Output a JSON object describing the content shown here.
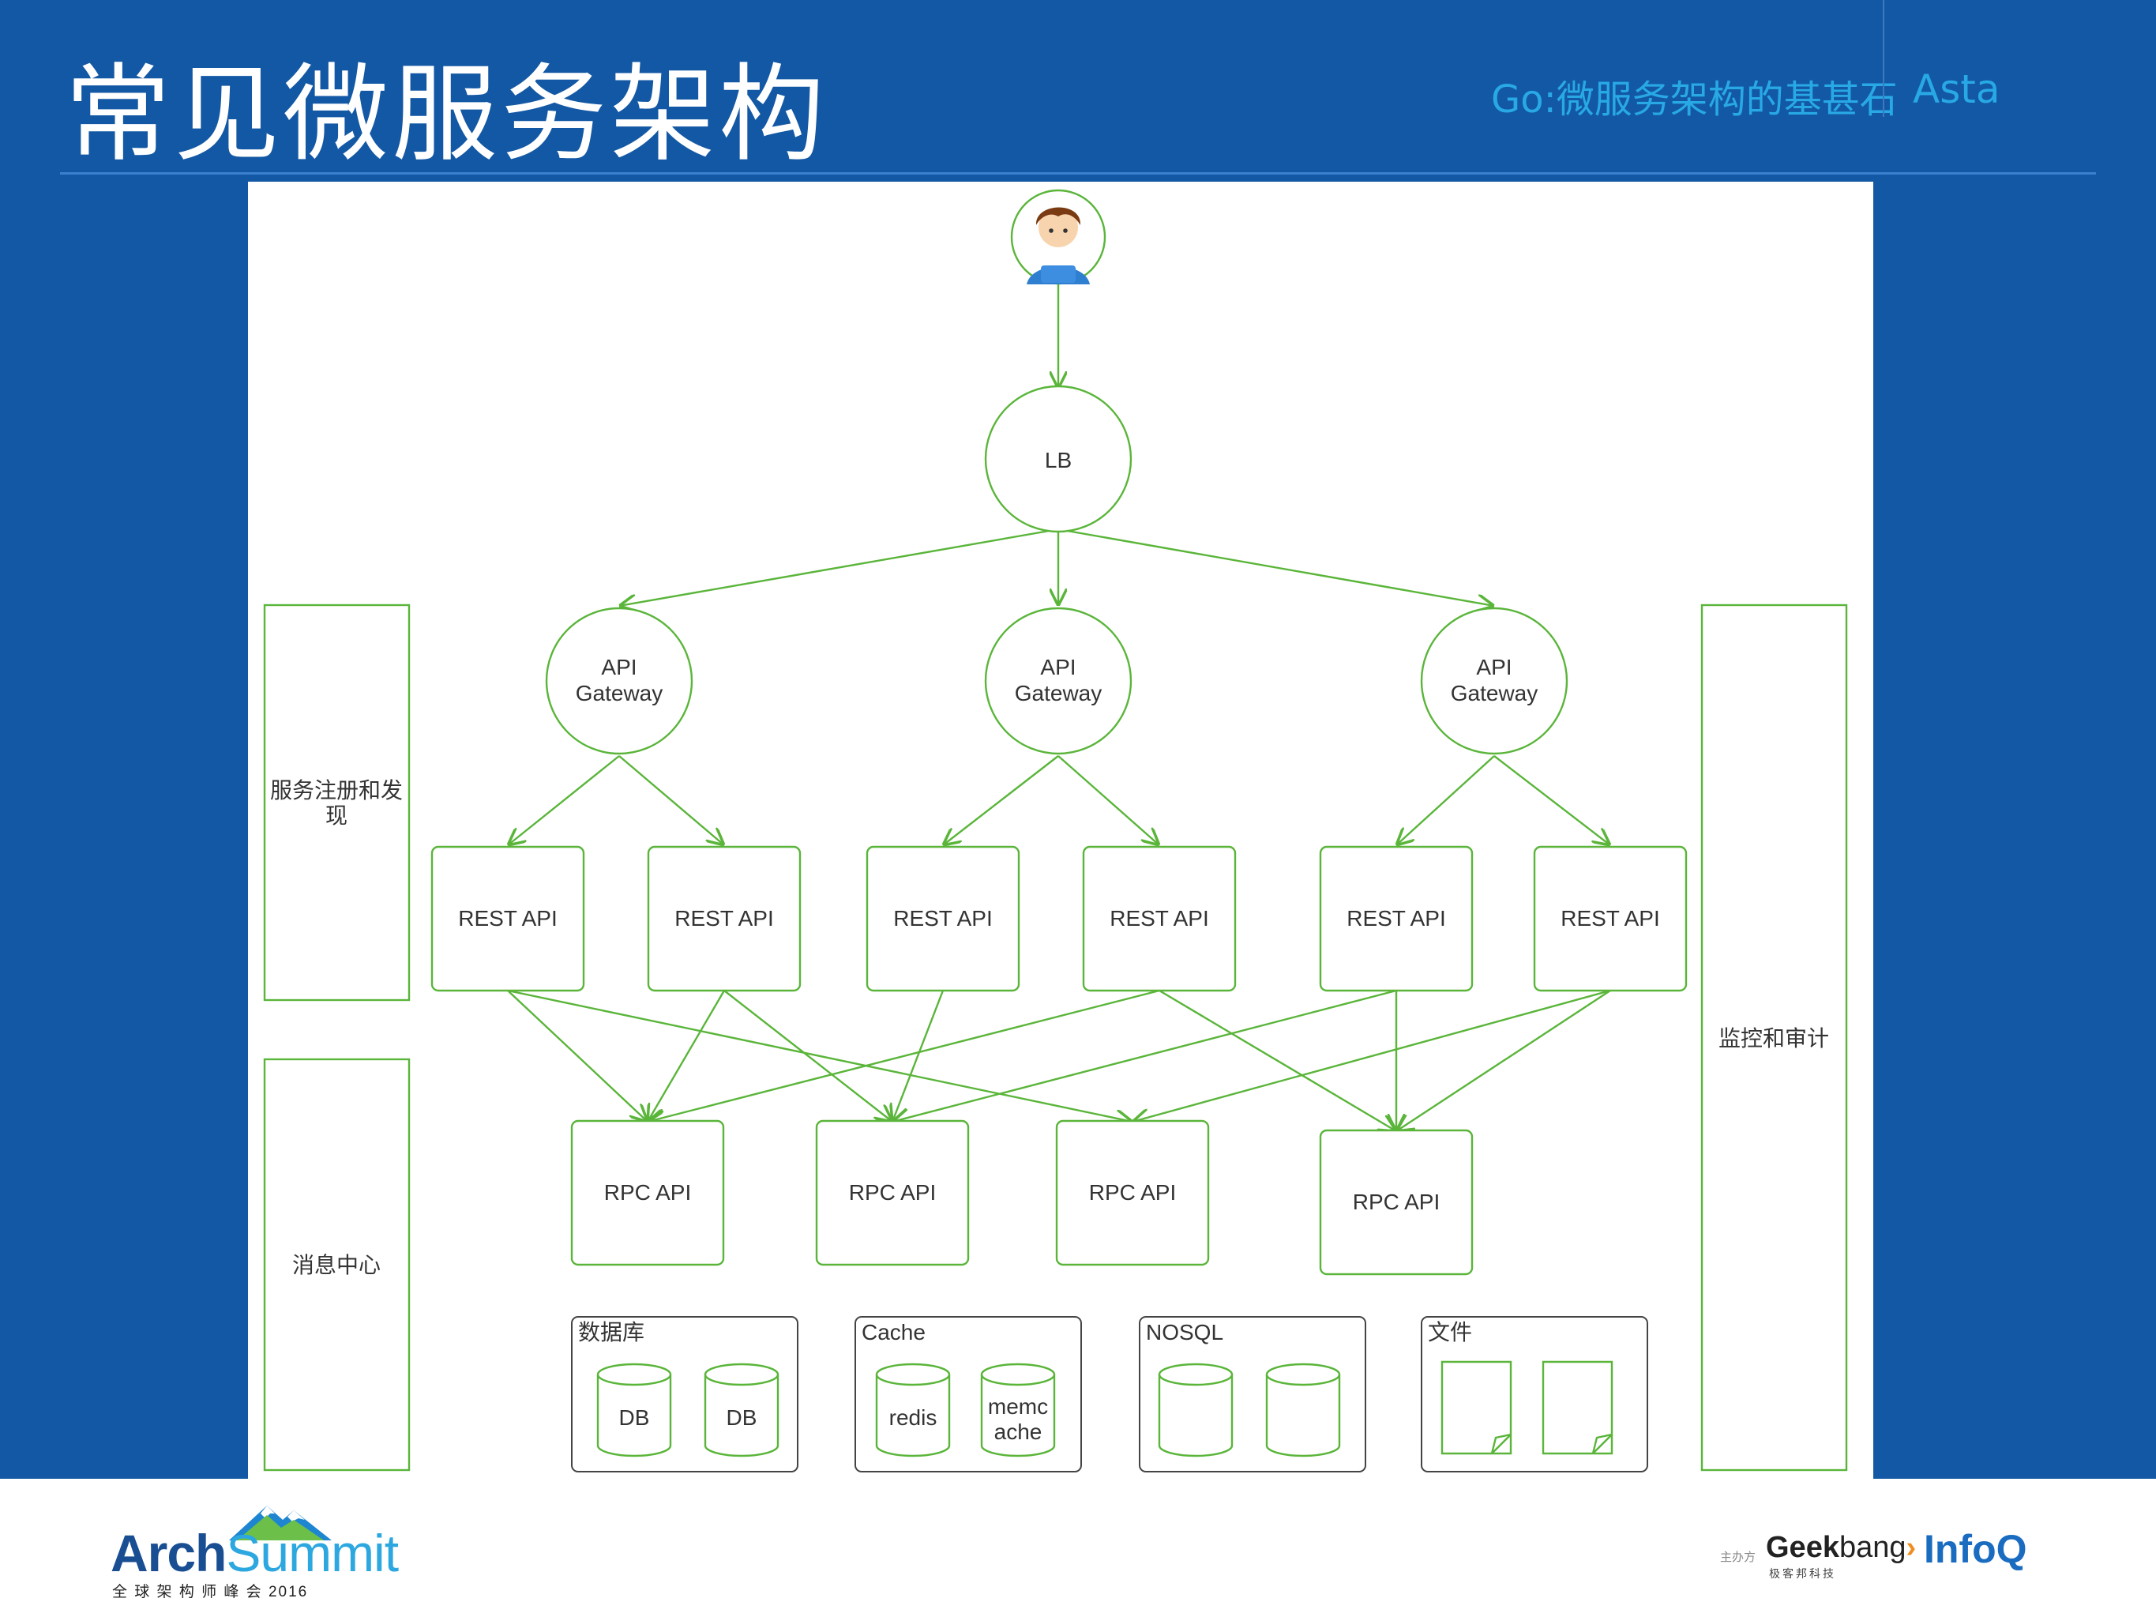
{
  "slide": {
    "title": "常见微服务架构",
    "topic": "Go:微服务架构的基甚石",
    "author": "Asta"
  },
  "diagram": {
    "lb": "LB",
    "gateways": [
      {
        "line1": "API",
        "line2": "Gateway"
      },
      {
        "line1": "API",
        "line2": "Gateway"
      },
      {
        "line1": "API",
        "line2": "Gateway"
      }
    ],
    "rest_apis": [
      "REST API",
      "REST API",
      "REST API",
      "REST API",
      "REST API",
      "REST API"
    ],
    "rpc_apis": [
      "RPC API",
      "RPC API",
      "RPC API",
      "RPC API"
    ],
    "service_registry": {
      "line1": "服务注册和发",
      "line2": "现"
    },
    "message_center": "消息中心",
    "monitoring": "监控和审计",
    "storage": {
      "database": {
        "title": "数据库",
        "items": [
          "DB",
          "DB"
        ]
      },
      "cache": {
        "title": "Cache",
        "items": [
          "redis",
          "memc",
          "ache"
        ]
      },
      "nosql": {
        "title": "NOSQL"
      },
      "files": {
        "title": "文件"
      }
    }
  },
  "colors": {
    "slide_bg": "#1358a4",
    "accent_text": "#28a9e6",
    "diagram_green": "#5ab53a"
  },
  "footer": {
    "arch_part1": "Arch",
    "arch_part2": "Summit",
    "arch_sub": "全 球 架 构 师 峰 会 2016",
    "organizer": "主办方",
    "geek_part1": "Geek",
    "geek_part2": "bang",
    "geek_sub": "极客邦科技",
    "infoq": "InfoQ"
  }
}
